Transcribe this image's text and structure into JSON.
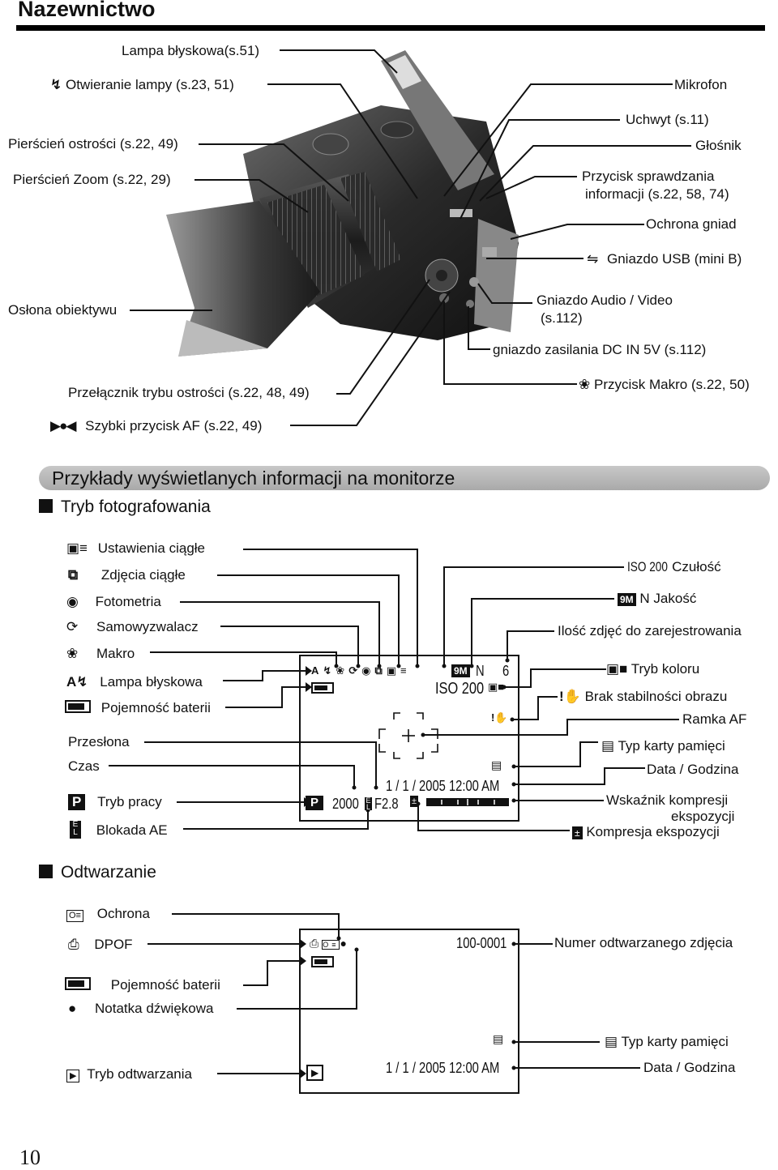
{
  "page_title": "Nazewnictwo",
  "camera_labels": {
    "flash": "Lampa błyskowa(s.51)",
    "flash_open": "Otwieranie lampy  (s.23, 51)",
    "focus_ring": "Pierścień ostrości (s.22, 49)",
    "zoom_ring": "Pierścień Zoom (s.22, 29)",
    "lens_hood": "Osłona obiektywu",
    "focus_mode_switch": "Przełącznik trybu ostrości (s.22, 48, 49)",
    "quick_af": "Szybki przycisk AF (s.22, 49)",
    "microphone": "Mikrofon",
    "strap": "Uchwyt (s.11)",
    "speaker": "Głośnik",
    "info_button_1": "Przycisk sprawdzania",
    "info_button_2": "informacji (s.22, 58, 74)",
    "jack_cover": "Ochrona gniad",
    "usb": "Gniazdo USB (mini B)",
    "av_1": "Gniazdo Audio / Video",
    "av_2": "(s.112)",
    "dc_in": "gniazdo zasilania DC IN 5V (s.112)",
    "macro_button": "Przycisk Makro (s.22, 50)"
  },
  "monitor_header": "Przykłady wyświetlanych informacji na monitorze",
  "shooting": {
    "heading": "Tryb fotografowania",
    "left_labels": {
      "continuous_settings": "Ustawienia ciągłe",
      "continuous_shots": "Zdjęcia ciągłe",
      "metering": "Fotometria",
      "self_timer": "Samowyzwalacz",
      "macro": "Makro",
      "flash": "Lampa błyskowa",
      "battery": "Pojemność baterii",
      "aperture": "Przesłona",
      "time": "Czas",
      "work_mode": "Tryb pracy",
      "ae_lock": "Blokada AE"
    },
    "right_labels": {
      "iso_prefix": "ISO 200",
      "iso": "Czułość",
      "quality_prefix": "9M",
      "quality_n": "N",
      "quality": "Jakość",
      "shots_left": "Ilość zdjęć do zarejestrowania",
      "color_mode": "Tryb koloru",
      "shake": "Brak stabilności obrazu",
      "af_frame": "Ramka AF",
      "card_type": "Typ karty pamięci",
      "date_time": "Data / Godzina",
      "exp_indicator_1": "Wskaźnik kompresji",
      "exp_indicator_2": "ekspozycji",
      "exp_comp": "Kompresja ekspozycji"
    },
    "screen": {
      "quality_badge": "9M",
      "quality_n": "N",
      "count": "6",
      "iso": "ISO 200",
      "shutter": "2000",
      "aperture": "F2.8",
      "datetime": "1 /   1 / 2005 12:00 AM",
      "mode": "P"
    }
  },
  "playback": {
    "heading": "Odtwarzanie",
    "left_labels": {
      "protect": "Ochrona",
      "dpof": "DPOF",
      "battery": "Pojemność baterii",
      "voice_memo": "Notatka dźwiękowa",
      "playback_mode": "Tryb odtwarzania"
    },
    "right_labels": {
      "frame_number": "Numer odtwarzanego zdjęcia",
      "card_type": "Typ karty pamięci",
      "date_time": "Data / Godzina"
    },
    "screen": {
      "frame_no": "100-0001",
      "datetime": "1 /   1 / 2005 12:00 AM"
    }
  },
  "page_number": "10"
}
